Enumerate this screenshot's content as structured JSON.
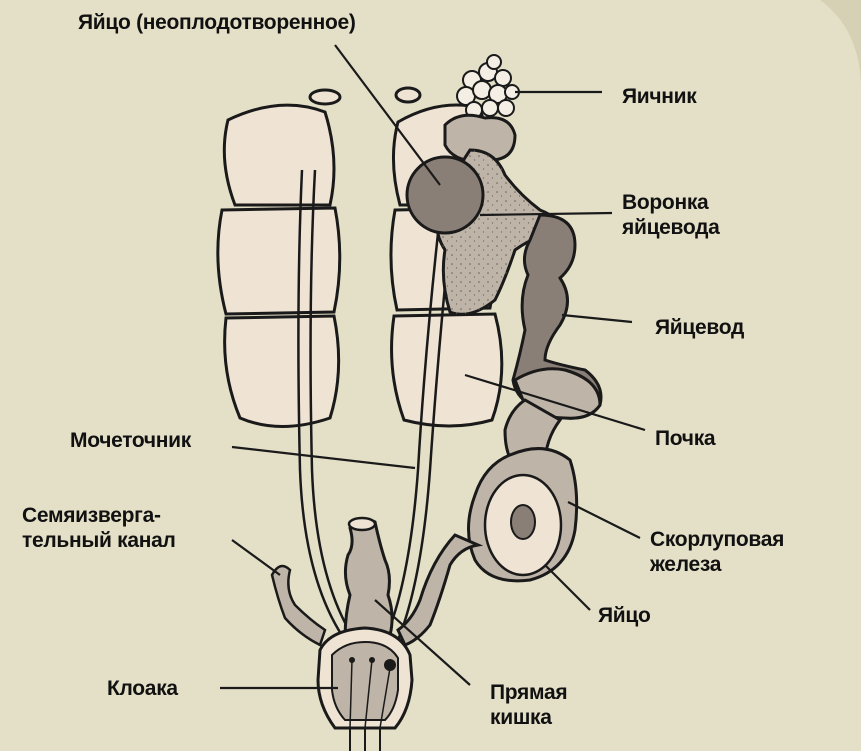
{
  "colors": {
    "background": "#e4e0c8",
    "kidney_fill": "#efe3d4",
    "organ_fill": "#bfb4a8",
    "dark_fill": "#8a7f76",
    "outline": "#1a1a1a"
  },
  "labels": {
    "egg_unfertilized": "Яйцо (неоплодотворенное)",
    "ovary": "Яичник",
    "oviduct_funnel": [
      "Воронка",
      "яйцевода"
    ],
    "oviduct": "Яйцевод",
    "kidney": "Почка",
    "ureter": "Мочеточник",
    "seminal_duct": [
      "Семяизверга-",
      "тельный канал"
    ],
    "shell_gland": [
      "Скорлуповая",
      "железа"
    ],
    "egg": "Яйцо",
    "cloaca": "Клоака",
    "rectum": [
      "Прямая",
      "кишка"
    ]
  }
}
